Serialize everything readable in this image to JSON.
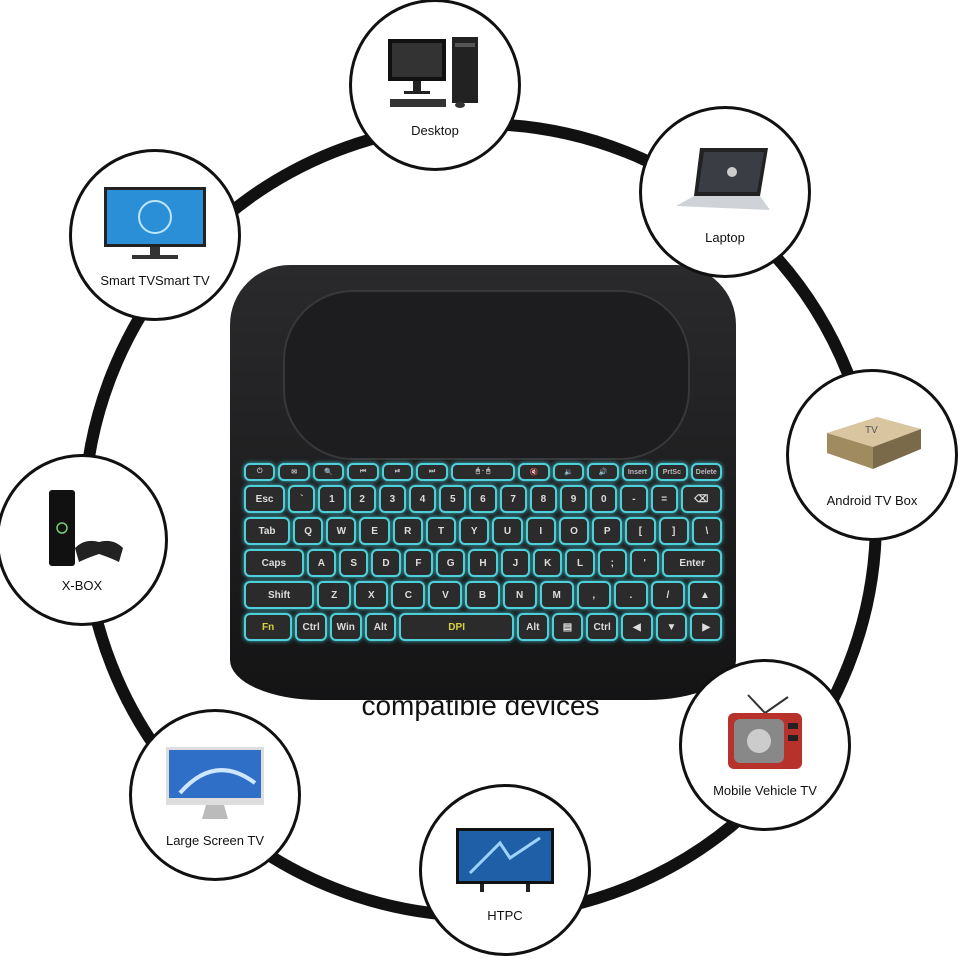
{
  "caption": "compatible devices",
  "devices": [
    {
      "label": "Desktop",
      "icon": "desktop-computer-icon"
    },
    {
      "label": "Laptop",
      "icon": "laptop-icon"
    },
    {
      "label": "Android TV Box",
      "icon": "tv-box-icon"
    },
    {
      "label": "Mobile Vehicle TV",
      "icon": "retro-tv-icon"
    },
    {
      "label": "HTPC",
      "icon": "tv-icon"
    },
    {
      "label": "Large Screen TV",
      "icon": "imac-icon"
    },
    {
      "label": "X-BOX",
      "icon": "game-console-icon"
    },
    {
      "label": "Smart TVSmart TV",
      "icon": "smart-tv-icon"
    }
  ],
  "keyboard": {
    "accent": "#4fd0d8",
    "rows": [
      [
        "⏻",
        "✉",
        "🔍",
        "⏮",
        "⏯",
        "⏭",
        "🖱 · 🖱",
        "🔇",
        "🔉",
        "🔊",
        "Insert",
        "PrtSc",
        "Delete"
      ],
      [
        "Esc",
        "`",
        "1",
        "2",
        "3",
        "4",
        "5",
        "6",
        "7",
        "8",
        "9",
        "0",
        "-",
        "=",
        "⌫"
      ],
      [
        "Tab",
        "Q",
        "W",
        "E",
        "R",
        "T",
        "Y",
        "U",
        "I",
        "O",
        "P",
        "[",
        "]",
        "\\"
      ],
      [
        "Caps",
        "A",
        "S",
        "D",
        "F",
        "G",
        "H",
        "J",
        "K",
        "L",
        ";",
        "'",
        "Enter"
      ],
      [
        "Shift",
        "Z",
        "X",
        "C",
        "V",
        "B",
        "N",
        "M",
        ",",
        ".",
        "/",
        "▲"
      ],
      [
        "Fn",
        "Ctrl",
        "Win",
        "Alt",
        "DPI",
        "Alt",
        "▤",
        "Ctrl",
        "◀",
        "▼",
        "▶"
      ]
    ]
  }
}
